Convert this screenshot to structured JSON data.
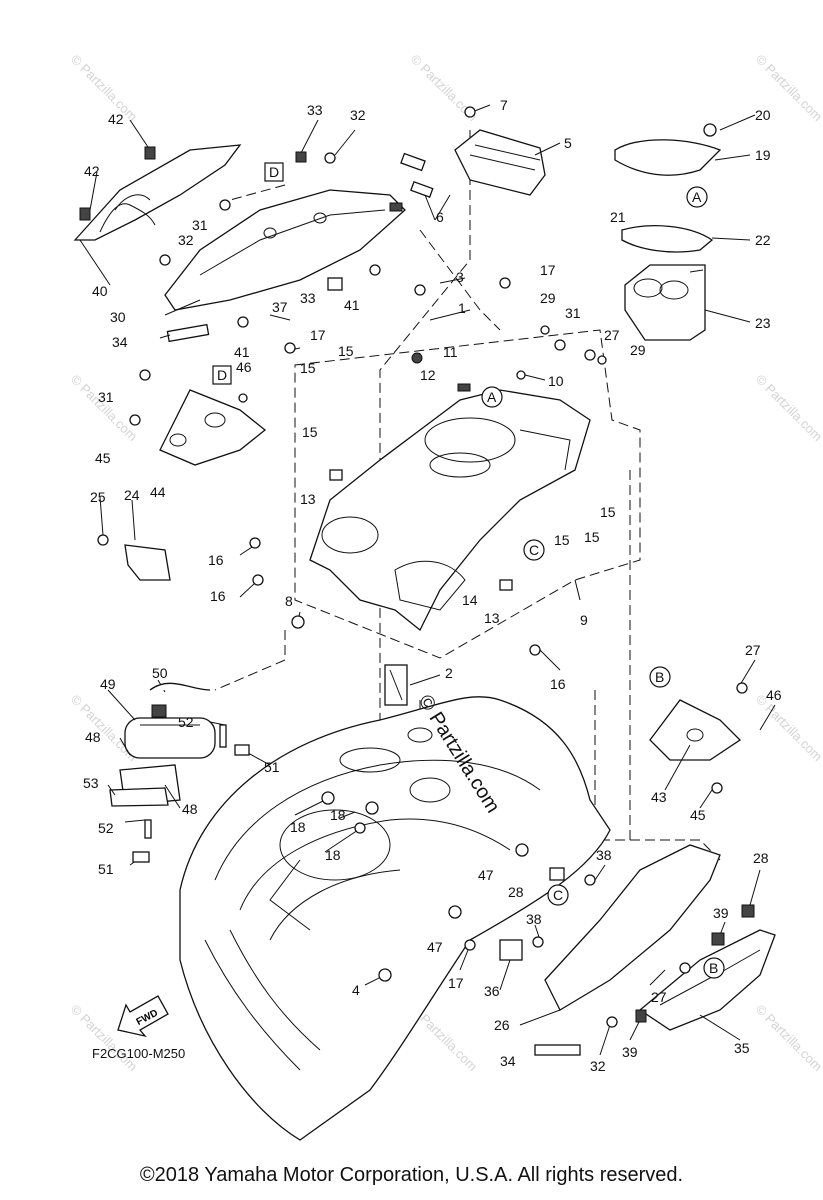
{
  "diagram": {
    "code": "F2CG100-M250",
    "fwd_label": "FWD",
    "center_watermark": "© Partzilla.com",
    "watermark_text": "© Partzilla.com",
    "copyright": "©2018  Yamaha Motor Corporation, U.S.A. All rights reserved.",
    "callouts": {
      "n1": "1",
      "n2": "2",
      "n3": "3",
      "n4": "4",
      "n5": "5",
      "n6": "6",
      "n7": "7",
      "n8": "8",
      "n9": "9",
      "n10": "10",
      "n11": "11",
      "n12": "12",
      "n13a": "13",
      "n13b": "13",
      "n14": "14",
      "n15a": "15",
      "n15b": "15",
      "n15c": "15",
      "n15d": "15",
      "n15e": "15",
      "n15f": "15",
      "n16a": "16",
      "n16b": "16",
      "n16c": "16",
      "n17a": "17",
      "n17b": "17",
      "n17c": "17",
      "n18a": "18",
      "n18b": "18",
      "n18c": "18",
      "n19": "19",
      "n20": "20",
      "n21": "21",
      "n22": "22",
      "n23": "23",
      "n24": "24",
      "n25": "25",
      "n26": "26",
      "n27a": "27",
      "n27b": "27",
      "n27c": "27",
      "n28a": "28",
      "n28b": "28",
      "n29a": "29",
      "n29b": "29",
      "n30": "30",
      "n31a": "31",
      "n31b": "31",
      "n31c": "31",
      "n32a": "32",
      "n32b": "32",
      "n32c": "32",
      "n33a": "33",
      "n33b": "33",
      "n34a": "34",
      "n34b": "34",
      "n35": "35",
      "n36": "36",
      "n37": "37",
      "n38a": "38",
      "n38b": "38",
      "n39a": "39",
      "n39b": "39",
      "n40": "40",
      "n41a": "41",
      "n41b": "41",
      "n42a": "42",
      "n42b": "42",
      "n43": "43",
      "n44": "44",
      "n45a": "45",
      "n45b": "45",
      "n46a": "46",
      "n46b": "46",
      "n47a": "47",
      "n47b": "47",
      "n48a": "48",
      "n48b": "48",
      "n49": "49",
      "n50": "50",
      "n51a": "51",
      "n51b": "51",
      "n52a": "52",
      "n52b": "52",
      "n53": "53"
    },
    "ref_markers": {
      "A1": "A",
      "A2": "A",
      "B1": "B",
      "B2": "B",
      "C1": "C",
      "C2": "C",
      "D1": "D",
      "D2": "D"
    }
  }
}
